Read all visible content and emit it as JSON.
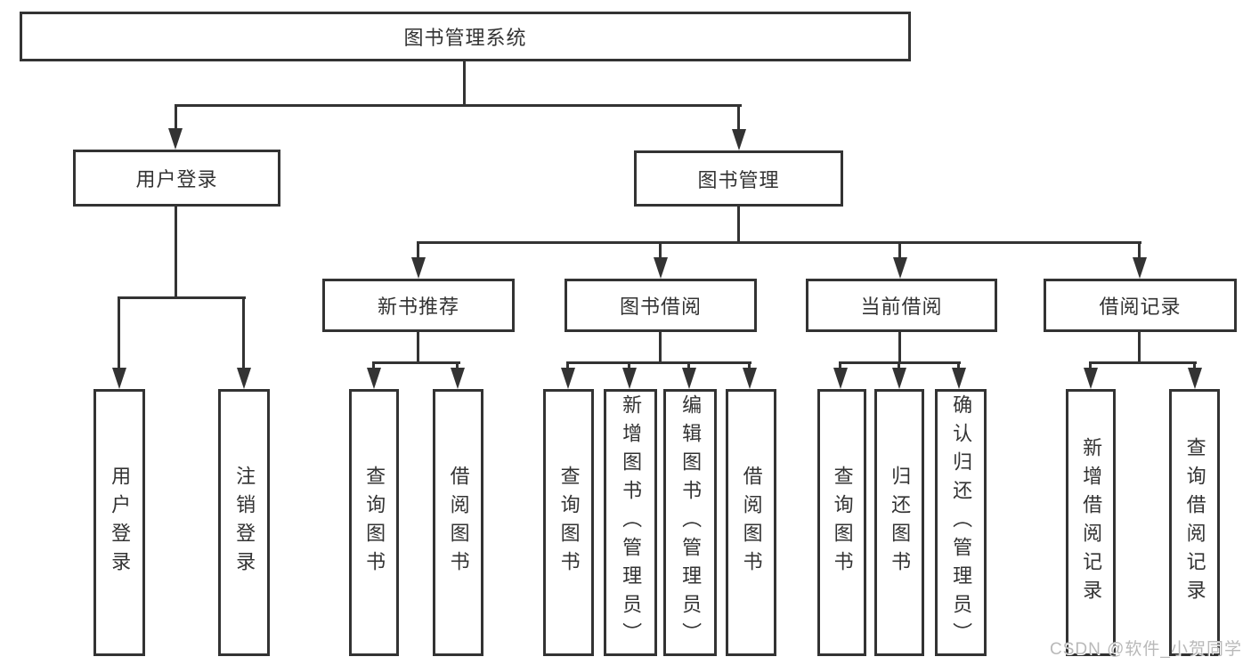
{
  "diagram": {
    "type": "hierarchy-diagram",
    "watermark": "CSDN @软件_小贺同学",
    "colors": {
      "line": "#333333",
      "text": "#333333",
      "background": "#ffffff",
      "watermark": "#b9b9b9"
    },
    "tree": {
      "label": "图书管理系统",
      "children": [
        {
          "label": "用户登录",
          "children": [
            {
              "label": "用户登录"
            },
            {
              "label": "注销登录"
            }
          ]
        },
        {
          "label": "图书管理",
          "children": [
            {
              "label": "新书推荐",
              "children": [
                {
                  "label": "查询图书"
                },
                {
                  "label": "借阅图书"
                }
              ]
            },
            {
              "label": "图书借阅",
              "children": [
                {
                  "label": "查询图书"
                },
                {
                  "label": "新增图书（管理员）"
                },
                {
                  "label": "编辑图书（管理员）"
                },
                {
                  "label": "借阅图书"
                }
              ]
            },
            {
              "label": "当前借阅",
              "children": [
                {
                  "label": "查询图书"
                },
                {
                  "label": "归还图书"
                },
                {
                  "label": "确认归还（管理员）"
                }
              ]
            },
            {
              "label": "借阅记录",
              "children": [
                {
                  "label": "新增借阅记录"
                },
                {
                  "label": "查询借阅记录"
                }
              ]
            }
          ]
        }
      ]
    }
  }
}
